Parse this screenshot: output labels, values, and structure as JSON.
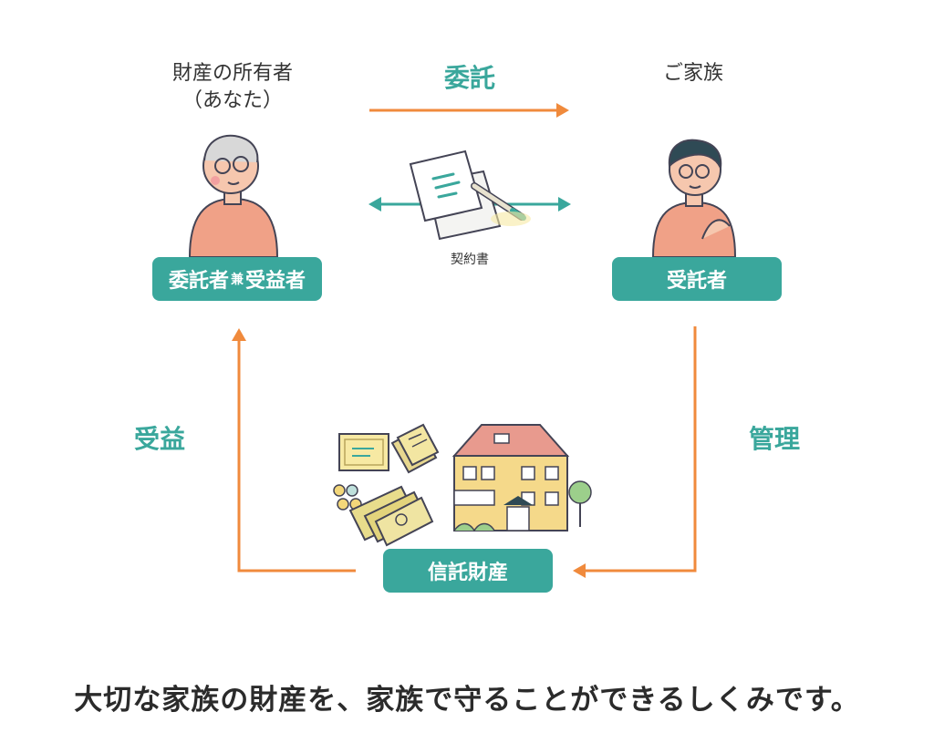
{
  "owner": {
    "line1": "財産の所有者",
    "line2": "（あなた）"
  },
  "family": "ご家族",
  "entrust": "委託",
  "contract": "契約書",
  "settlor": {
    "a": "委託者",
    "mid": "兼",
    "b": "受益者"
  },
  "trustee": "受託者",
  "benefit": "受益",
  "manage": "管理",
  "trust_property": "信託財産",
  "tagline": "大切な家族の財産を、家族で守ることができるしくみです。",
  "colors": {
    "teal": "#3aa79c",
    "orange": "#f08a3c",
    "skin": "#f6c7ae",
    "shirt": "#f0a187"
  }
}
